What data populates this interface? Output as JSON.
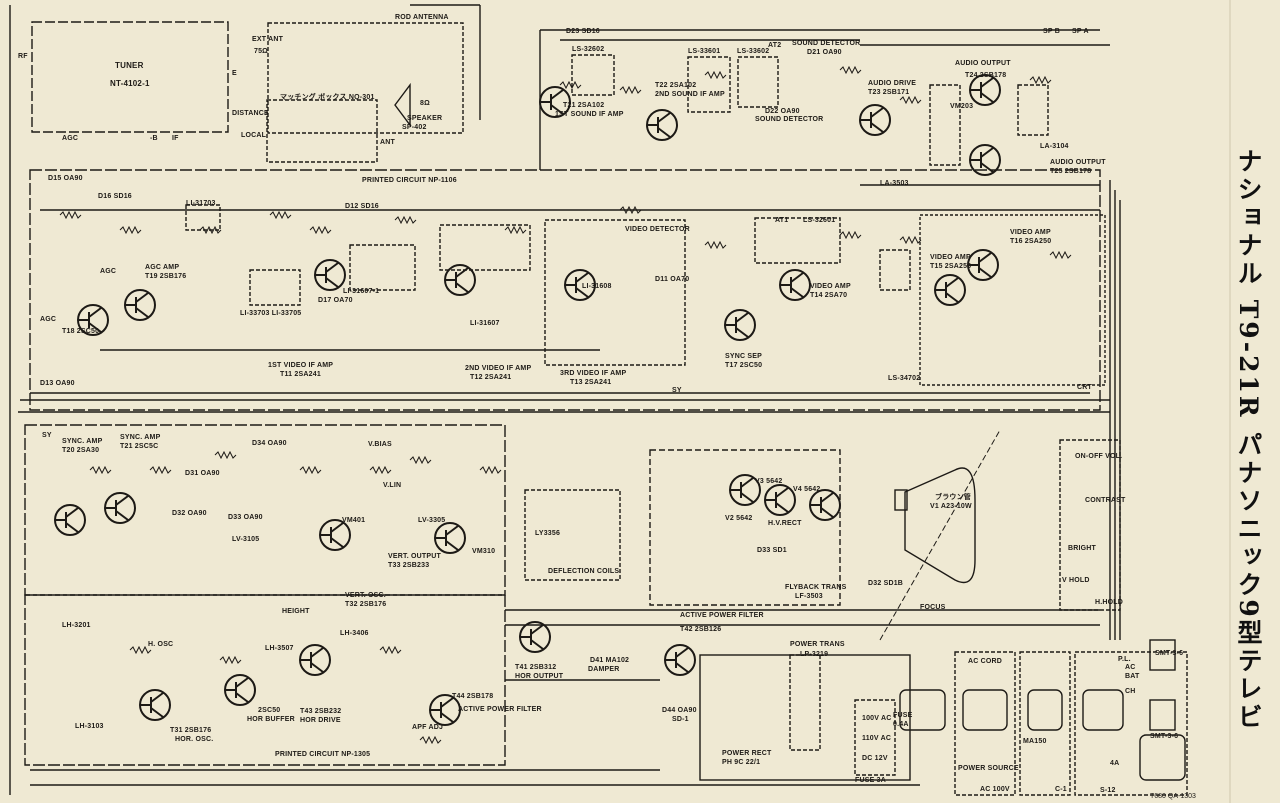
{
  "title": "ナショナル T9-21R パナソニック9型テレビ",
  "doc_code": "T680 QA-1303",
  "tuner": {
    "label": "TUNER",
    "model": "NT-4102-1",
    "rf": "RF",
    "agc": "AGC",
    "minus_b": "-B",
    "if": "IF",
    "e": "E"
  },
  "antenna": {
    "rod": "ROD ANTENNA",
    "ext_ant": "EXT ANT",
    "ext_imp": "75Ω",
    "matching_box": "マッチング ボックス NQ-301",
    "distance": "DISTANCE",
    "local": "LOCAL",
    "ant": "ANT"
  },
  "speaker": {
    "label": "SPEAKER",
    "model": "SP-402",
    "imp": "8Ω",
    "sp_a": "SP A",
    "sp_b": "SP B"
  },
  "board1": "PRINTED CIRCUIT NP-1106",
  "board2": "PRINTED CIRCUIT NP-1305",
  "sound": {
    "d23": "D23 SD16",
    "ls32602": "LS-32602",
    "t21": "T21 2SA102",
    "sif1": "1ST SOUND IF AMP",
    "t22": "T22 2SA102",
    "sif2": "2ND SOUND IF AMP",
    "ls33601": "LS-33601",
    "ls33602": "LS-33602",
    "at2": "AT2",
    "det": "SOUND DETECTOR",
    "d21": "D21 OA90",
    "d22": "D22 OA90",
    "det2": "SOUND DETECTOR",
    "drive": "AUDIO DRIVE",
    "t23": "T23 2SB171",
    "out1": "AUDIO OUTPUT",
    "t24": "T24 2SB178",
    "vm203": "VM203",
    "la3503": "LA-3503",
    "la3104": "LA-3104",
    "out2": "AUDIO OUTPUT",
    "t25": "T25 2SB178"
  },
  "video_if": {
    "d15": "D15 OA90",
    "d16": "D16 SD16",
    "li31703": "LI-31703",
    "agc_amp": "AGC AMP",
    "t19": "T19 2SB176",
    "agc1": "AGC",
    "agc2": "AGC",
    "t18": "T18 2SC50",
    "li33703": "LI-33703 LI-33705",
    "d12": "D12 SD16",
    "d17": "D17 OA70",
    "li31607_1": "LI-31607-1",
    "vif1": "1ST VIDEO IF AMP",
    "t11": "T11 2SA241",
    "li31607": "LI-31607",
    "vif2": "2ND VIDEO IF AMP",
    "t12": "T12 2SA241",
    "vif3": "3RD VIDEO IF AMP",
    "t13": "T13 2SA241",
    "li31608": "LI-31608",
    "d13": "D13 OA90"
  },
  "video": {
    "detector": "VIDEO DETECTOR",
    "d11": "D11 OA70",
    "at1": "AT1",
    "ls32601": "LS-32601",
    "amp1": "VIDEO AMP",
    "t14": "T14 2SA70",
    "sync_sep": "SYNC SEP",
    "t17": "T17 2SC50",
    "ls34702": "LS-34702",
    "amp2": "VIDEO AMP",
    "t15": "T15 2SA250",
    "amp3": "VIDEO AMP",
    "t16": "T16 2SA250",
    "crt": "CRT",
    "sy": "SY"
  },
  "vertical": {
    "sy": "SY",
    "sync_amp1": "SYNC. AMP",
    "t20": "T20 2SA30",
    "sync_amp2": "SYNC. AMP",
    "t21": "T21 2SC5C",
    "d31": "D31 OA90",
    "d32": "D32 OA90",
    "d34": "D34 OA90",
    "vbias": "V.BIAS",
    "vlin": "V.LIN",
    "d33": "D33 OA90",
    "lv3105": "LV-3105",
    "vm401": "VM401",
    "lv3305": "LV-3305",
    "vout": "VERT. OUTPUT",
    "t33": "T33 2SB233",
    "vm310": "VM310",
    "vosc": "VERT. OSC.",
    "t32": "T32 2SB176",
    "height": "HEIGHT"
  },
  "deflection": {
    "ly": "LY3356",
    "coils": "DEFLECTION COILS"
  },
  "hv": {
    "v3": "V3 5642",
    "v4": "V4 5642",
    "v2": "V2 5642",
    "rect": "H.V.RECT",
    "d33": "D33 SD1",
    "flyback": "FLYBACK TRANS",
    "lf": "LF-3503",
    "d32": "D32 SD1B",
    "focus": "FOCUS",
    "crt": "ブラウン管",
    "v1": "V1 A23-10W"
  },
  "controls": {
    "onoff": "ON-OFF VOL.",
    "contrast": "CONTRAST",
    "bright": "BRIGHT",
    "vhold": "V HOLD",
    "hhold": "H.HOLD"
  },
  "horizontal": {
    "lh3201": "LH-3201",
    "hosc_ctrl": "H. OSC",
    "lh3507": "LH-3507",
    "lh3406": "LH-3406",
    "lh3103": "LH-3103",
    "t31": "T31 2SB176",
    "hosc": "HOR. OSC.",
    "buf_t": "2SC50",
    "buffer": "HOR BUFFER",
    "t43": "T43 2SB232",
    "drive": "HOR DRIVE",
    "t41": "T41 2SB312",
    "hout": "HOR OUTPUT",
    "d41": "D41 MA102",
    "damper": "DAMPER",
    "t44": "T44 2SB178",
    "apf": "ACTIVE POWER FILTER",
    "apf_adj": "APF ADJ"
  },
  "power": {
    "apf": "ACTIVE POWER FILTER",
    "t42": "T42 2SB126",
    "d44": "D44 OA90",
    "d44b": "SD-1",
    "trans": "POWER TRANS",
    "lp": "LP-3219",
    "rect": "POWER RECT",
    "rect_model": "PH 9C 22/1",
    "fuse1": "FUSE",
    "fuse1_val": "0.4A",
    "fuse2": "FUSE 3A",
    "v100": "100V AC",
    "v110": "110V AC",
    "dc12": "DC 12V",
    "ac_cord": "AC CORD",
    "source": "POWER SOURCE",
    "ac100": "AC 100V",
    "ma150": "MA150",
    "c1": "C-1",
    "smt1": "SMT-3-6",
    "pl": "P.L.",
    "smt2": "SMT-3-6",
    "s12": "S-12",
    "fuse4a": "4A",
    "ac": "AC",
    "bat": "BAT",
    "ch": "CH"
  }
}
